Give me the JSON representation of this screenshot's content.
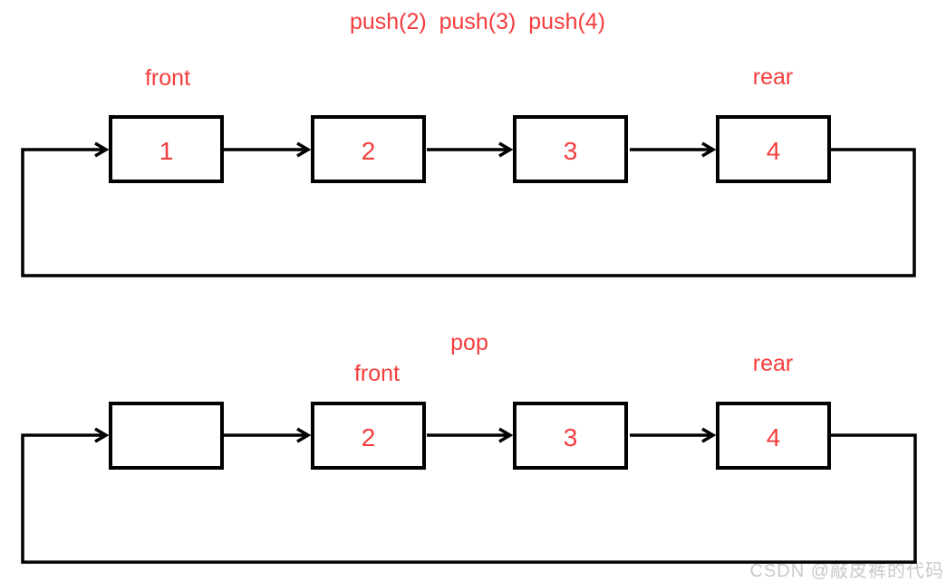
{
  "palette": {
    "red": "#f53d3d",
    "black": "#000000",
    "bg": "#ffffff",
    "watermark_gray": "#c9c9c9"
  },
  "diagram_push": {
    "title": "push(2)  push(3)  push(4)",
    "front_label": "front",
    "rear_label": "rear",
    "nodes": [
      {
        "value": "1"
      },
      {
        "value": "2"
      },
      {
        "value": "3"
      },
      {
        "value": "4"
      }
    ]
  },
  "diagram_pop": {
    "title": "pop",
    "front_label": "front",
    "rear_label": "rear",
    "nodes": [
      {
        "value": ""
      },
      {
        "value": "2"
      },
      {
        "value": "3"
      },
      {
        "value": "4"
      }
    ]
  },
  "watermark": "CSDN @敲皮裤的代码"
}
